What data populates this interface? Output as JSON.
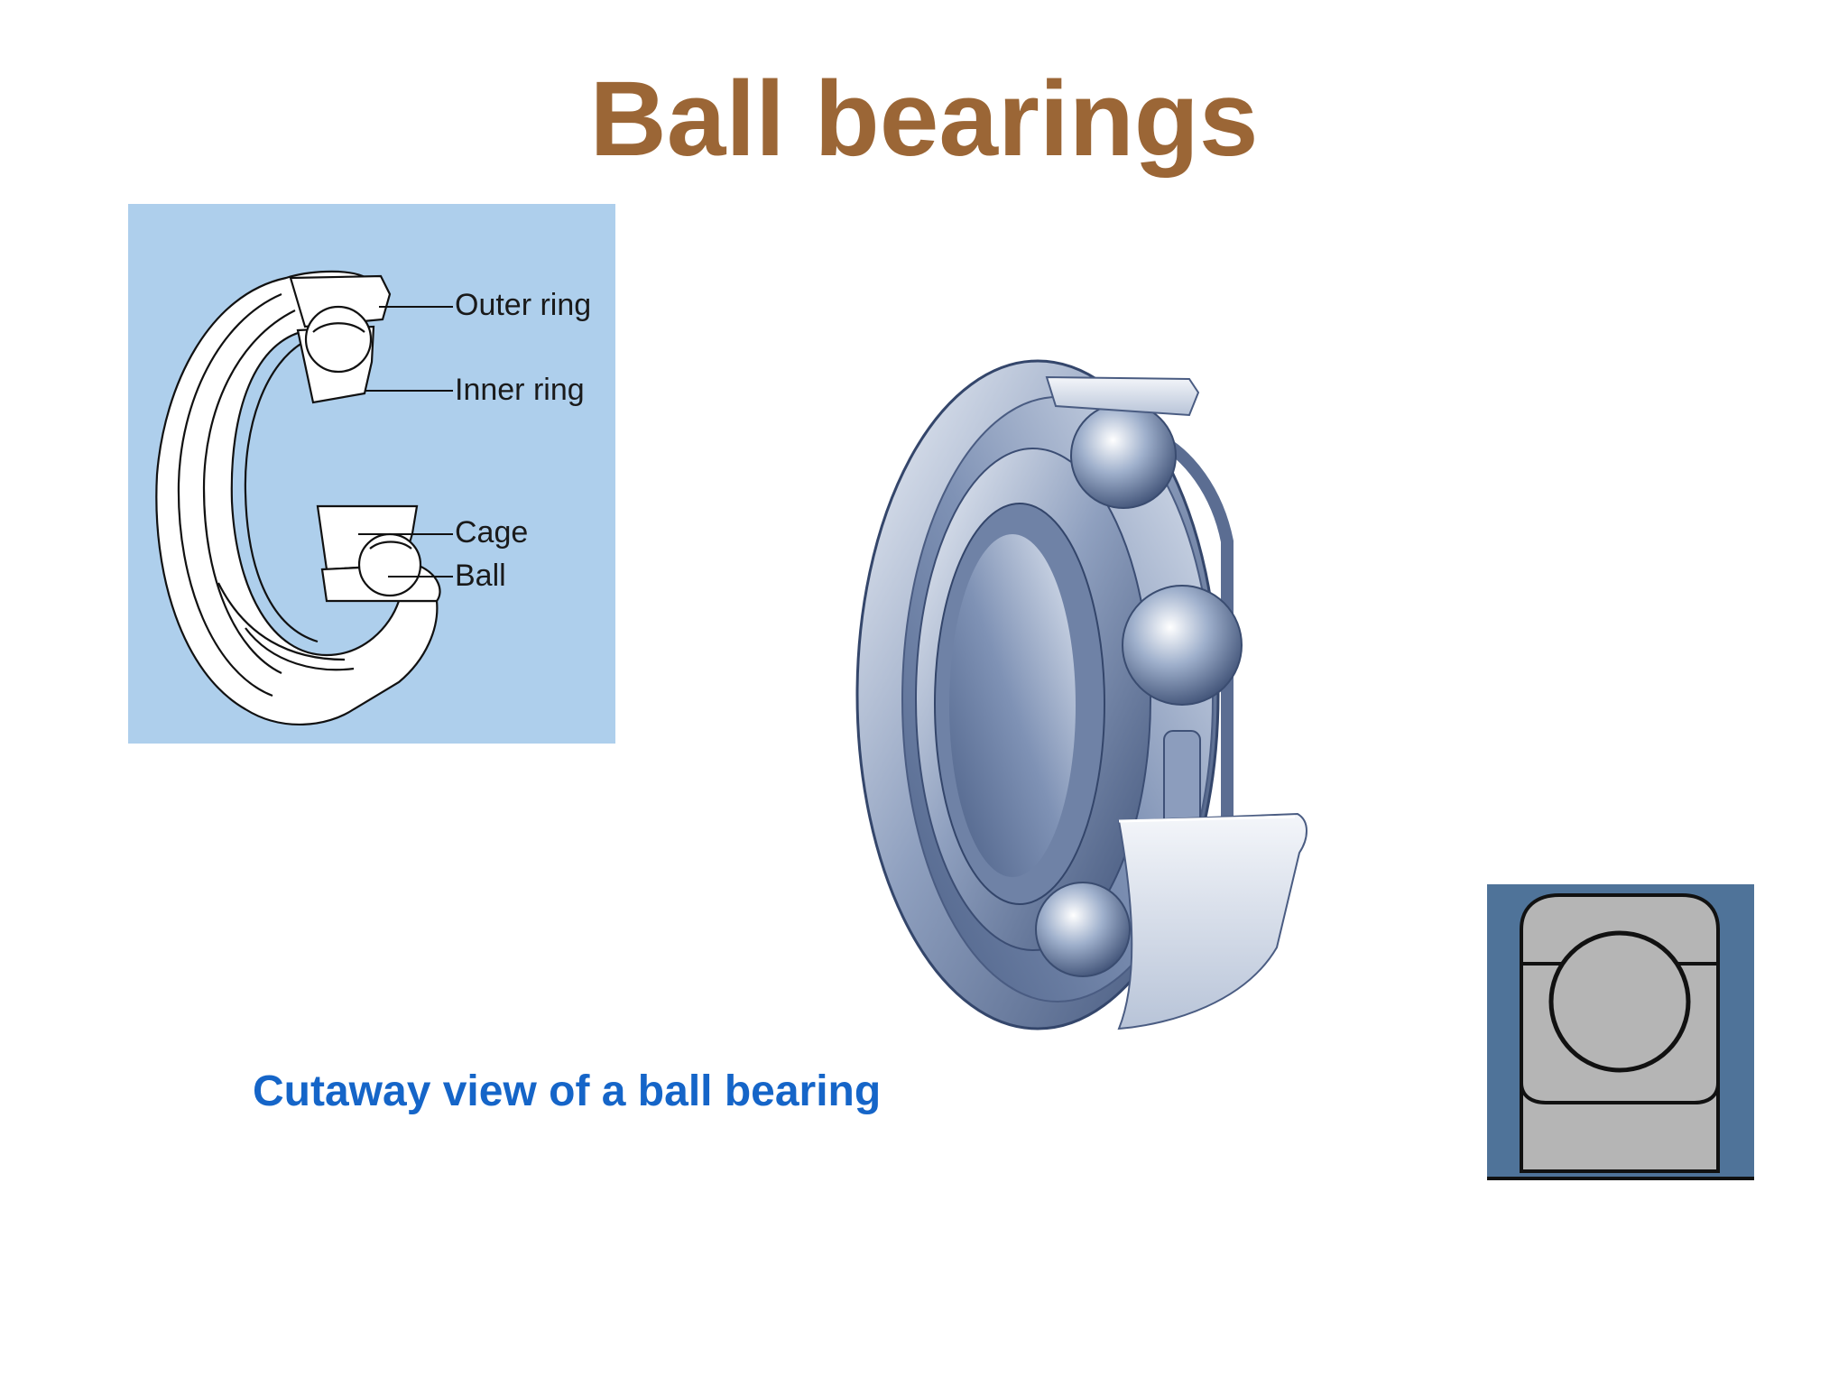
{
  "slide": {
    "title": "Ball bearings",
    "caption": "Cutaway view of a ball bearing"
  },
  "diagram": {
    "labels": {
      "outer_ring": "Outer ring",
      "inner_ring": "Inner ring",
      "cage": "Cage",
      "ball": "Ball"
    }
  },
  "colors": {
    "title": "#9b6636",
    "caption": "#1565c8",
    "diagram_background": "#aecfec",
    "symbol_background": "#4f7399",
    "symbol_fill": "#b5b5b5"
  }
}
